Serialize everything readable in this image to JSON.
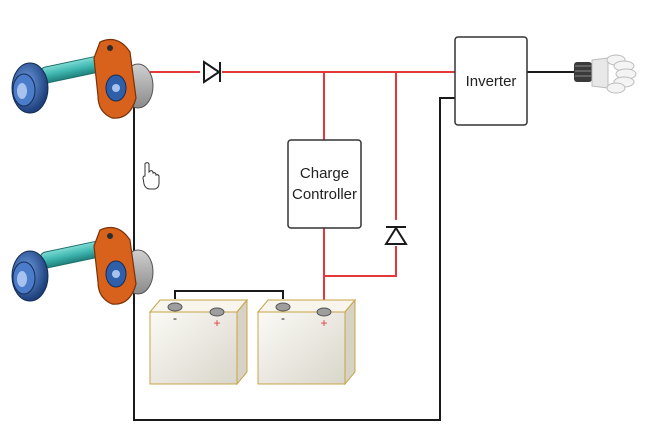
{
  "diagram": {
    "charge_controller": {
      "line1": "Charge",
      "line2": "Controller"
    },
    "inverter": {
      "label": "Inverter"
    },
    "battery_terminal_minus": "-",
    "battery_terminal_plus": "+"
  },
  "colors": {
    "positive_wire": "#e5383b",
    "negative_wire": "#1a1a1a",
    "box_border": "#333333",
    "turbine_shaft": "#3fb7b0",
    "turbine_hub": "#2f5fa8",
    "turbine_housing": "#d8611c",
    "battery_body": "#f1efe6",
    "battery_outline": "#c9a449"
  }
}
